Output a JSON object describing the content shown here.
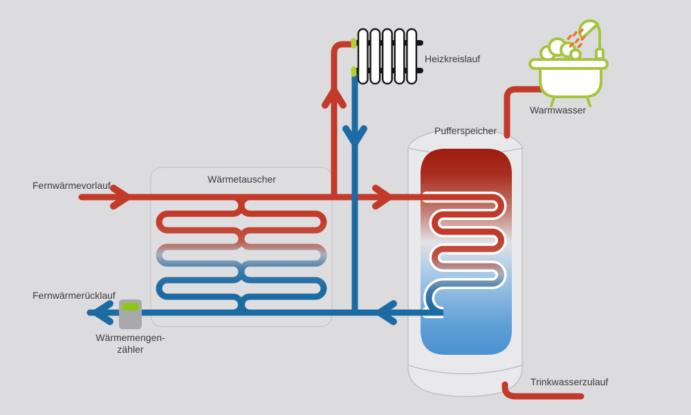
{
  "diagram_title": "district-heating-transfer-station-schematic",
  "colors": {
    "background": "#dcdcde",
    "pipe_red": "#c23a29",
    "pipe_blue": "#1d6ba3",
    "connector_green": "#b6cc35",
    "tub_green": "#a6c43c",
    "droplet_orange": "#e8772a",
    "meter_gray": "#a9a9ab",
    "meter_display": "#8fc61e",
    "text": "#3b3b3b",
    "tank_shell": "#e9e9eb",
    "tank_shell_border": "#b9b9bd",
    "box_fill": "#dedee0",
    "box_border": "#c6c6ca",
    "radiator_black": "#161616",
    "tank_top_red": "#9e1d10",
    "tank_bottom_blue": "#4a90d0"
  },
  "labels": {
    "supply": "Fernwärmevorlauf",
    "return": "Fernwärmerücklauf",
    "heat_meter_line1": "Wärmemengen-",
    "heat_meter_line2": "zähler",
    "heat_exchanger": "Wärmetauscher",
    "buffer_tank": "Pufferspeicher",
    "heating_circuit": "Heizkreislauf",
    "hot_water": "Warmwasser",
    "drinking_water_inlet": "Trinkwasserzulauf"
  }
}
